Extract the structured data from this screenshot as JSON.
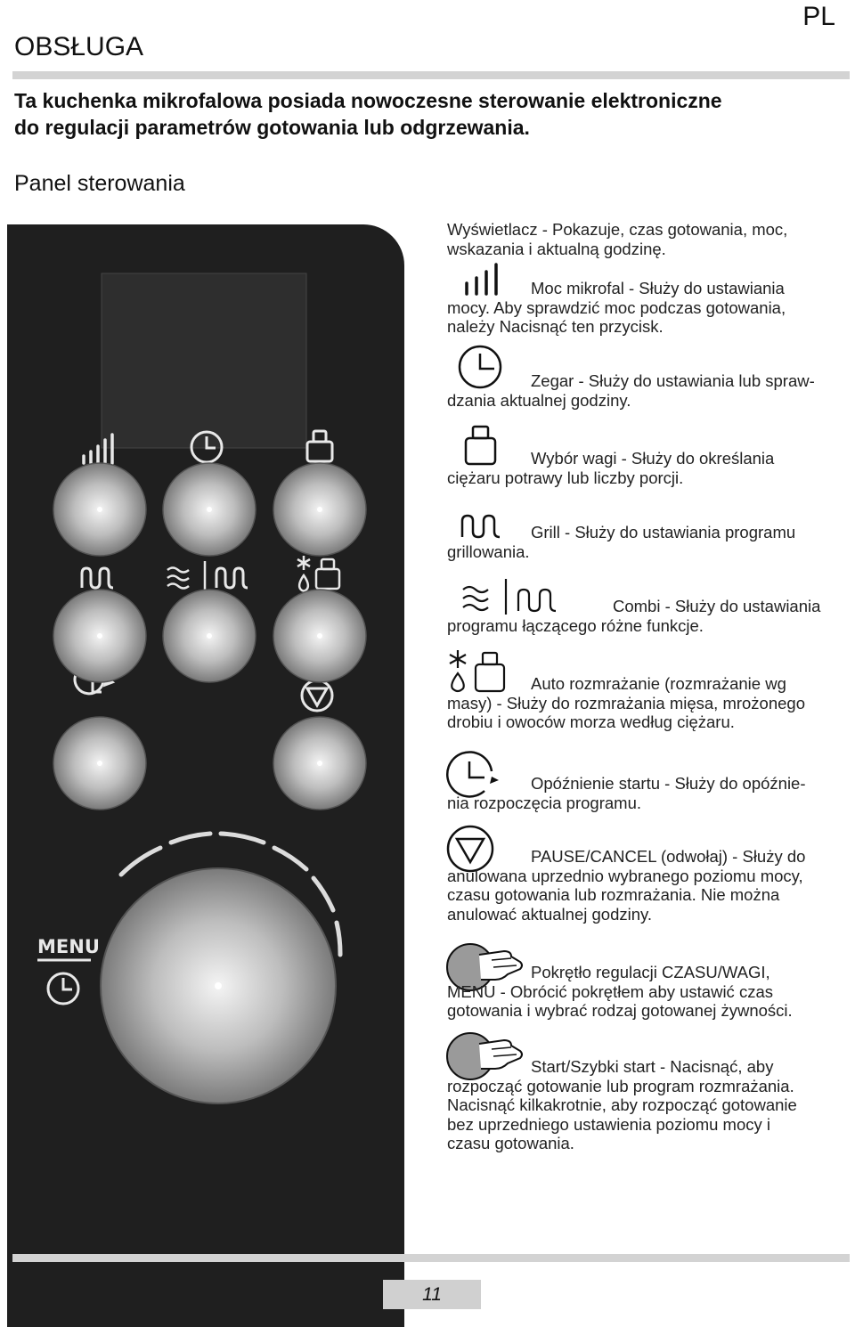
{
  "header": {
    "lang": "PL",
    "title": "OBSŁUGA"
  },
  "intro": [
    "Ta kuchenka mikrofalowa posiada nowoczesne sterowanie elektroniczne",
    "do regulacji parametrów gotowania lub odgrzewania."
  ],
  "subtitle": "Panel sterowania",
  "panel": {
    "menu_label": "MENU"
  },
  "entries": [
    {
      "lines": [
        "Wyświetlacz - Pokazuje, czas gotowania, moc,",
        "wskazania i aktualną godzinę."
      ]
    },
    {
      "first": "Moc mikrofal - Służy do ustawiania",
      "lines": [
        "mocy. Aby sprawdzić moc podczas gotowania,",
        "należy Nacisnąć ten przycisk."
      ]
    },
    {
      "first": "Zegar - Służy do ustawiania lub spraw-",
      "lines": [
        "dzania aktualnej godziny."
      ]
    },
    {
      "first": "Wybór wagi - Służy do określania",
      "lines": [
        "ciężaru potrawy lub liczby porcji."
      ]
    },
    {
      "first": "Grill - Służy do ustawiania programu",
      "lines": [
        "grillowania."
      ]
    },
    {
      "first": "Combi - Służy do ustawiania",
      "lines": [
        "programu łączącego różne funkcje."
      ]
    },
    {
      "first": "Auto rozmrażanie (rozmrażanie wg",
      "lines": [
        "masy) - Służy do rozmrażania mięsa, mrożonego",
        "drobiu i owoców morza według ciężaru."
      ]
    },
    {
      "first": "Opóźnienie startu - Służy do opóźnie-",
      "lines": [
        "nia rozpoczęcia programu."
      ]
    },
    {
      "first": "PAUSE/CANCEL (odwołaj) - Służy do",
      "lines": [
        "anulowana uprzednio wybranego poziomu mocy,",
        "czasu gotowania lub rozmrażania. Nie można",
        "anulować aktualnej godziny."
      ]
    },
    {
      "first": "Pokrętło regulacji CZASU/WAGI,",
      "lines": [
        "MENU - Obrócić pokrętłem aby ustawić czas",
        "gotowania i wybrać rodzaj gotowanej żywności."
      ]
    },
    {
      "first": "Start/Szybki start - Nacisnąć, aby",
      "lines": [
        "rozpocząć gotowanie lub program rozmrażania.",
        "Nacisnąć kilkakrotnie, aby rozpocząć gotowanie",
        "bez uprzedniego ustawienia poziomu mocy i",
        "czasu gotowania."
      ]
    }
  ],
  "footer": {
    "page_number": "11"
  }
}
